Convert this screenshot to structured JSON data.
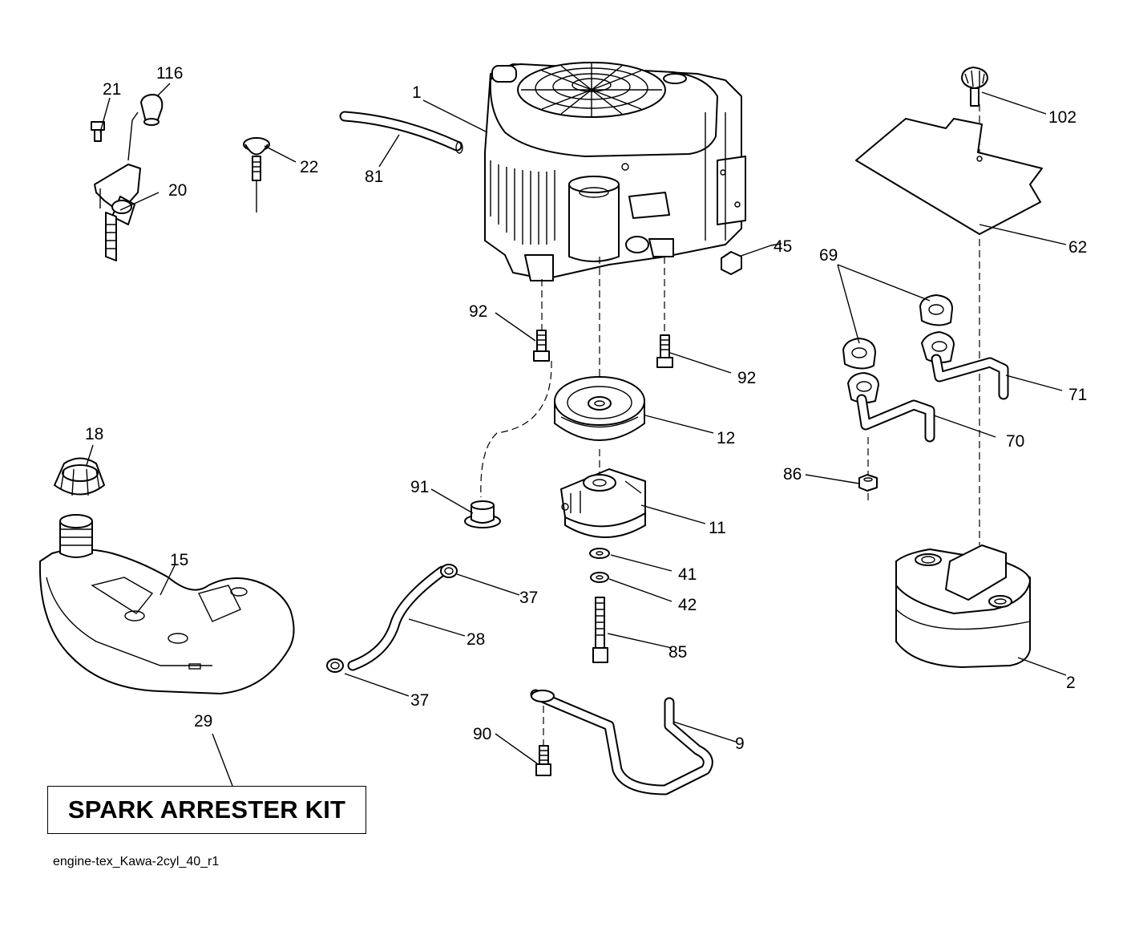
{
  "callouts": [
    {
      "id": "c1",
      "text": "1"
    },
    {
      "id": "c2",
      "text": "2"
    },
    {
      "id": "c9",
      "text": "9"
    },
    {
      "id": "c11",
      "text": "11"
    },
    {
      "id": "c12",
      "text": "12"
    },
    {
      "id": "c15",
      "text": "15"
    },
    {
      "id": "c18",
      "text": "18"
    },
    {
      "id": "c20",
      "text": "20"
    },
    {
      "id": "c21",
      "text": "21"
    },
    {
      "id": "c22",
      "text": "22"
    },
    {
      "id": "c28",
      "text": "28"
    },
    {
      "id": "c29",
      "text": "29"
    },
    {
      "id": "c37a",
      "text": "37"
    },
    {
      "id": "c37b",
      "text": "37"
    },
    {
      "id": "c41",
      "text": "41"
    },
    {
      "id": "c42",
      "text": "42"
    },
    {
      "id": "c45",
      "text": "45"
    },
    {
      "id": "c62",
      "text": "62"
    },
    {
      "id": "c69",
      "text": "69"
    },
    {
      "id": "c70",
      "text": "70"
    },
    {
      "id": "c71",
      "text": "71"
    },
    {
      "id": "c81",
      "text": "81"
    },
    {
      "id": "c85",
      "text": "85"
    },
    {
      "id": "c86",
      "text": "86"
    },
    {
      "id": "c90",
      "text": "90"
    },
    {
      "id": "c91",
      "text": "91"
    },
    {
      "id": "c92a",
      "text": "92"
    },
    {
      "id": "c92b",
      "text": "92"
    },
    {
      "id": "c102",
      "text": "102"
    },
    {
      "id": "c116",
      "text": "116"
    }
  ],
  "kit_label": "SPARK ARRESTER KIT",
  "file_ref": "engine-tex_Kawa-2cyl_40_r1"
}
